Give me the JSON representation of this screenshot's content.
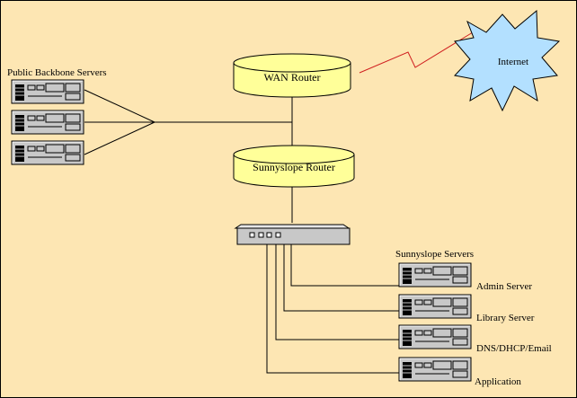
{
  "colors": {
    "background": "#fde6b3",
    "border": "#000000",
    "router_fill": "#ffff99",
    "cloud_fill": "#b3e0ff",
    "wan_link": "#d02020",
    "server_fill": "#c8c8c8",
    "wire": "#000000"
  },
  "labels": {
    "public_group": "Public Backbone Servers",
    "sunnyslope_group": "Sunnyslope Servers",
    "wan_router": "WAN Router",
    "sunnyslope_router": "Sunnyslope Router",
    "internet": "Internet"
  },
  "servers": {
    "admin": "Admin Server",
    "library": "Library Server",
    "dns": "DNS/DHCP/Email",
    "application": "Application"
  },
  "icons": {
    "router": "cylinder-router-icon",
    "cloud": "internet-cloud-icon",
    "server": "rack-server-icon",
    "switch": "network-switch-icon"
  }
}
